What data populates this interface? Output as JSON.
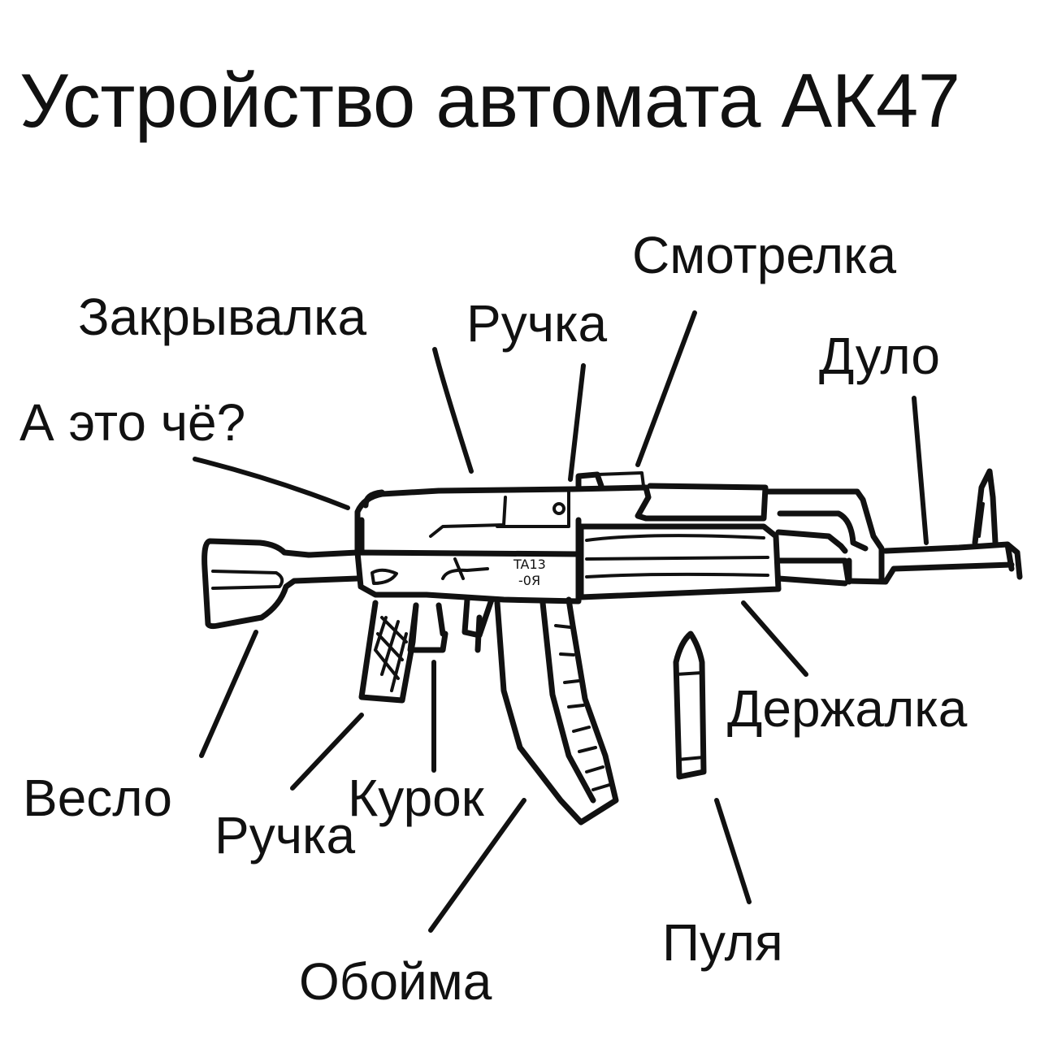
{
  "title": "Устройство автомата АК47",
  "labels": {
    "sight": "Смотрелка",
    "breech": "Закрывалка",
    "charging_handle": "Ручка",
    "muzzle": "Дуло",
    "mystery": "А это чё?",
    "stock": "Весло",
    "grip": "Ручка",
    "trigger": "Курок",
    "handguard": "Держалка",
    "magazine": "Обойма",
    "bullet": "Пуля"
  },
  "receiver_scribble": [
    "TA13",
    "-0Я"
  ],
  "colors": {
    "ink": "#111111",
    "background": "#ffffff"
  }
}
